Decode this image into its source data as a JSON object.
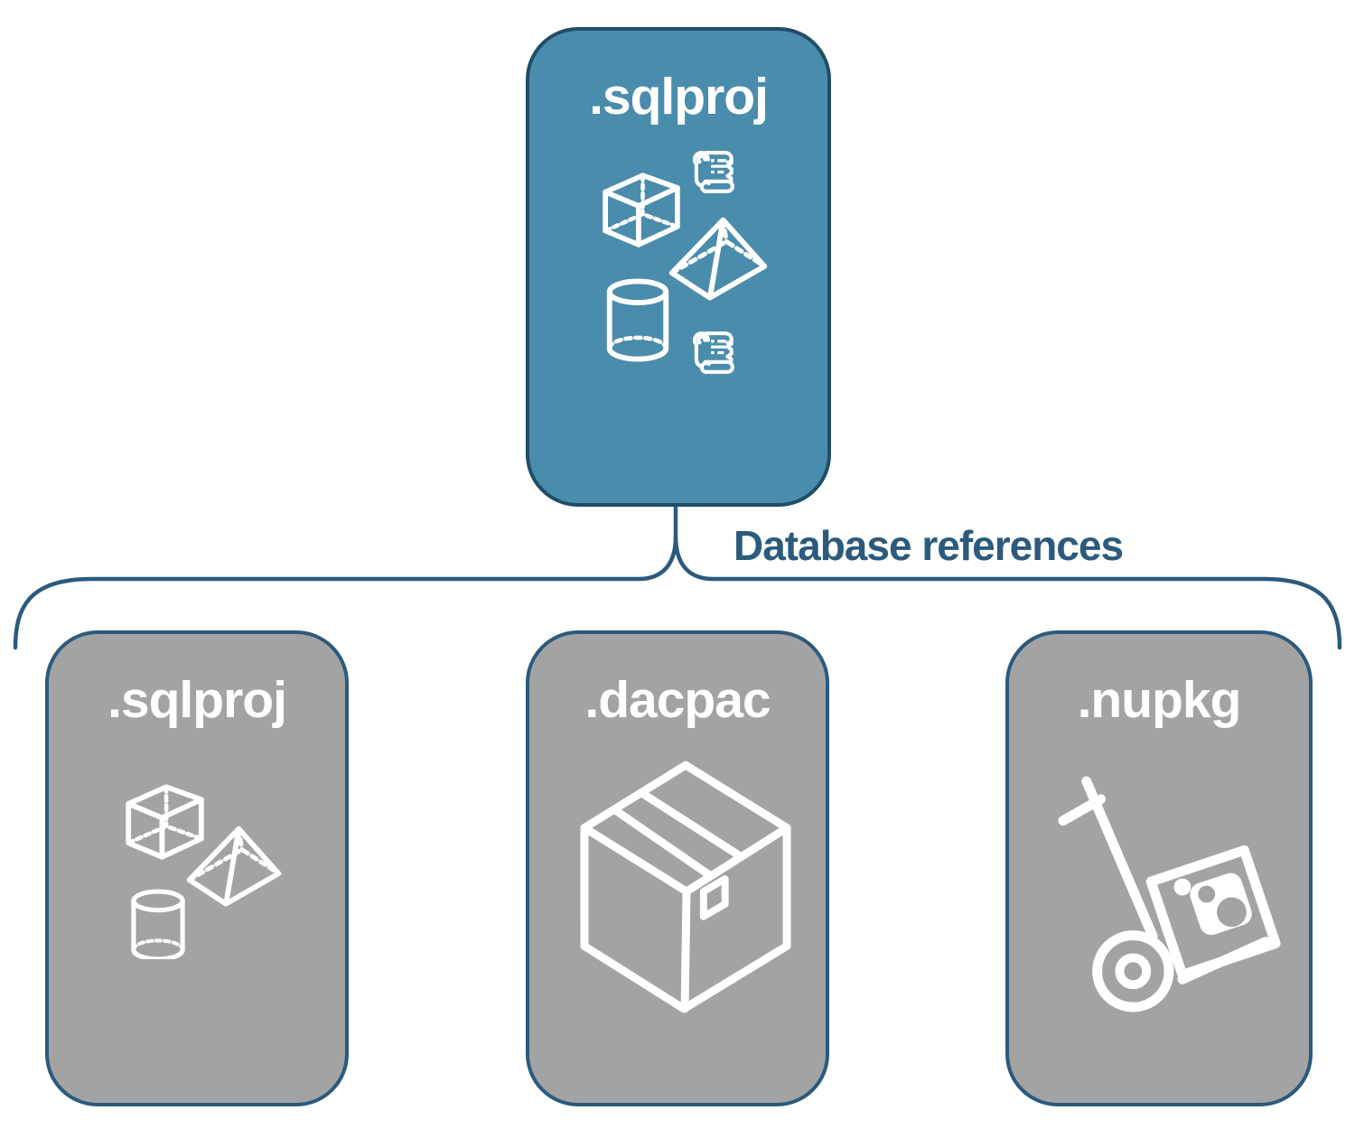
{
  "diagram": {
    "root": {
      "label": ".sqlproj",
      "icons": [
        "cube-icon",
        "scroll-icon",
        "pyramid-icon",
        "cylinder-icon",
        "scroll-icon"
      ]
    },
    "connector": {
      "label": "Database references",
      "shape": "upward-curly-brace"
    },
    "children": [
      {
        "label": ".sqlproj",
        "icons": [
          "cube-icon",
          "pyramid-icon",
          "cylinder-icon"
        ]
      },
      {
        "label": ".dacpac",
        "icons": [
          "package-box-icon"
        ]
      },
      {
        "label": ".nupkg",
        "icons": [
          "nuget-hand-truck-icon"
        ]
      }
    ],
    "colors": {
      "root_fill": "#4A8CAC",
      "root_border": "#1F4E66",
      "child_fill": "#A3A3A3",
      "child_border": "#2B5A7D",
      "connector_line": "#2B5A7D",
      "label_text": "#FFFFFF",
      "connector_text": "#2B5A7D",
      "icon_stroke": "#FFFFFF",
      "background": "#FFFFFF"
    }
  }
}
